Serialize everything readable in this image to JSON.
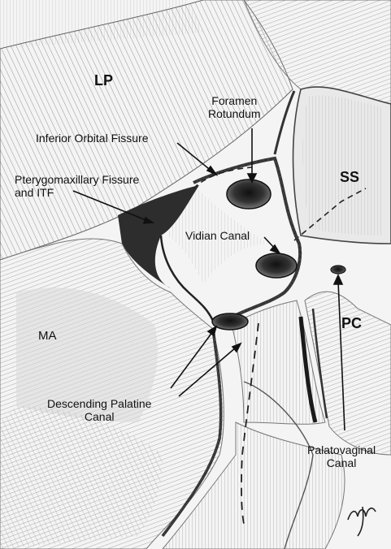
{
  "labels": {
    "lp": "LP",
    "ss": "SS",
    "ma": "MA",
    "pc": "PC",
    "foramen_rotundum": [
      "Foramen",
      "Rotundum"
    ],
    "inferior_orbital_fissure": "Inferior Orbital Fissure",
    "pterygomaxillary_fissure": [
      "Pterygomaxillary Fissure",
      "and ITF"
    ],
    "vidian_canal": "Vidian Canal",
    "descending_palatine_canal": [
      "Descending Palatine",
      "Canal"
    ],
    "palatovaginal_canal": [
      "Palatovaginal",
      "Canal"
    ]
  },
  "colors": {
    "background": "#f4f4f4",
    "pencil_dark": "#2a2a2a",
    "pencil_mid": "#7a7a7a",
    "pencil_light": "#b5b5b5"
  }
}
